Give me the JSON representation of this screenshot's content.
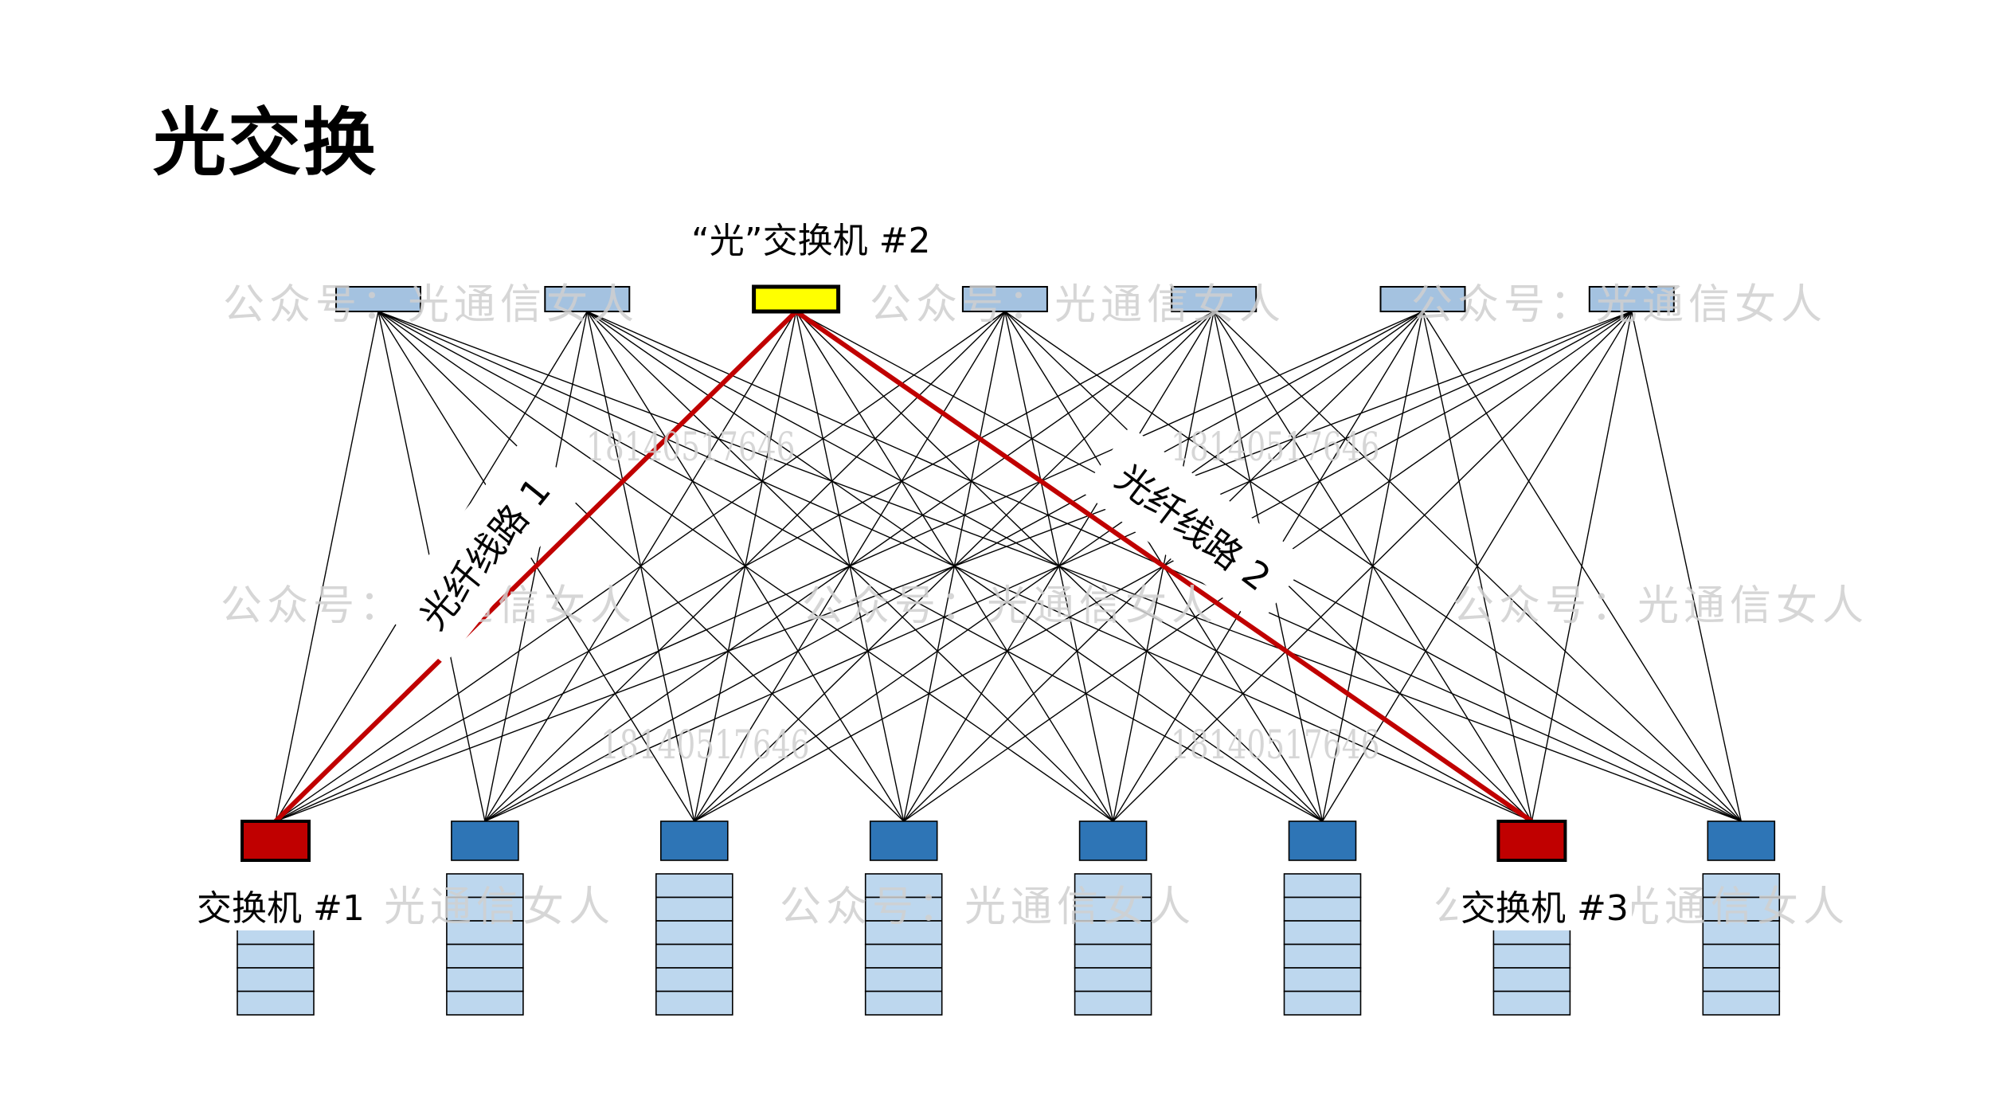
{
  "title": "光交换",
  "colors": {
    "top_switch": "#a4c2e0",
    "optical_switch": "#ffff00",
    "bottom_switch": "#2e75b6",
    "selected_switch": "#c00000",
    "rack": "#bdd7ee",
    "link": "#000000",
    "highlight_link": "#c00000"
  },
  "labels": {
    "optical_switch": "“光”交换机 #2",
    "switch_1": "交换机 #1",
    "switch_3": "交换机 #3",
    "fiber_1": "光纤线路 1",
    "fiber_2": "光纤线路 2"
  },
  "topology": {
    "top_switches": [
      {
        "id": "T1",
        "role": "spine"
      },
      {
        "id": "T2",
        "role": "spine"
      },
      {
        "id": "T3",
        "role": "optical",
        "label_ref": "optical_switch"
      },
      {
        "id": "T4",
        "role": "spine"
      },
      {
        "id": "T5",
        "role": "spine"
      },
      {
        "id": "T6",
        "role": "spine"
      },
      {
        "id": "T7",
        "role": "spine"
      }
    ],
    "bottom_switches": [
      {
        "id": "B1",
        "role": "selected",
        "rack_units": 4
      },
      {
        "id": "B2",
        "role": "leaf",
        "rack_units": 6
      },
      {
        "id": "B3",
        "role": "leaf",
        "rack_units": 6
      },
      {
        "id": "B4",
        "role": "leaf",
        "rack_units": 6
      },
      {
        "id": "B5",
        "role": "leaf",
        "rack_units": 6
      },
      {
        "id": "B6",
        "role": "leaf",
        "rack_units": 6
      },
      {
        "id": "B7",
        "role": "selected",
        "rack_units": 4
      },
      {
        "id": "B8",
        "role": "leaf",
        "rack_units": 6
      }
    ],
    "full_mesh": true,
    "highlighted_links": [
      {
        "from": "T3",
        "to": "B1",
        "label_ref": "fiber_1"
      },
      {
        "from": "T3",
        "to": "B7",
        "label_ref": "fiber_2"
      }
    ]
  },
  "watermarks": {
    "text": "公众号：光通信女人",
    "number": "18140517646"
  }
}
